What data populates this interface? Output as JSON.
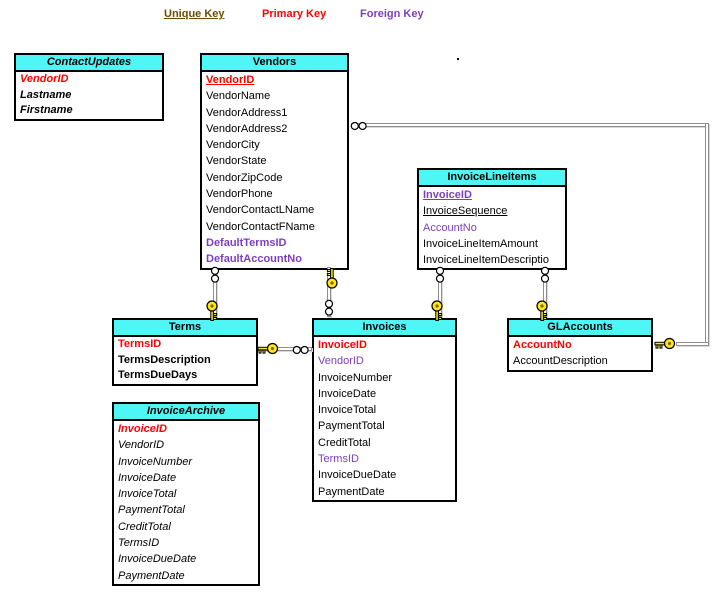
{
  "legend": {
    "unique_key": "Unique Key",
    "primary_key": "Primary Key",
    "foreign_key": "Foreign Key"
  },
  "colors": {
    "unique_key_text": "#6B4E00",
    "primary_key_text": "#FF0000",
    "foreign_key_text": "#7B3FBE",
    "table_header_bg": "#4FF6F6",
    "table_border": "#000000",
    "connector_line": "#8E8E8E",
    "key_symbol": "#FFE619"
  },
  "tables": {
    "contact_updates": {
      "title": "ContactUpdates",
      "fields": [
        {
          "name": "VendorID",
          "role": "primary"
        },
        {
          "name": "Lastname",
          "role": "plain"
        },
        {
          "name": "Firstname",
          "role": "plain"
        }
      ]
    },
    "vendors": {
      "title": "Vendors",
      "fields": [
        {
          "name": "VendorID",
          "role": "primary-unique"
        },
        {
          "name": "VendorName",
          "role": "plain"
        },
        {
          "name": "VendorAddress1",
          "role": "plain"
        },
        {
          "name": "VendorAddress2",
          "role": "plain"
        },
        {
          "name": "VendorCity",
          "role": "plain"
        },
        {
          "name": "VendorState",
          "role": "plain"
        },
        {
          "name": "VendorZipCode",
          "role": "plain"
        },
        {
          "name": "VendorPhone",
          "role": "plain"
        },
        {
          "name": "VendorContactLName",
          "role": "plain"
        },
        {
          "name": "VendorContactFName",
          "role": "plain"
        },
        {
          "name": "DefaultTermsID",
          "role": "foreign"
        },
        {
          "name": "DefaultAccountNo",
          "role": "foreign"
        }
      ]
    },
    "invoice_line_items": {
      "title": "InvoiceLineItems",
      "fields": [
        {
          "name": "InvoiceID",
          "role": "foreign-unique"
        },
        {
          "name": "InvoiceSequence",
          "role": "unique"
        },
        {
          "name": "AccountNo",
          "role": "foreign"
        },
        {
          "name": "InvoiceLineItemAmount",
          "role": "plain"
        },
        {
          "name": "InvoiceLineItemDescriptio",
          "role": "plain"
        }
      ]
    },
    "terms": {
      "title": "Terms",
      "fields": [
        {
          "name": "TermsID",
          "role": "primary"
        },
        {
          "name": "TermsDescription",
          "role": "plain"
        },
        {
          "name": "TermsDueDays",
          "role": "plain"
        }
      ]
    },
    "invoices": {
      "title": "Invoices",
      "fields": [
        {
          "name": "InvoiceID",
          "role": "primary"
        },
        {
          "name": "VendorID",
          "role": "foreign"
        },
        {
          "name": "InvoiceNumber",
          "role": "plain"
        },
        {
          "name": "InvoiceDate",
          "role": "plain"
        },
        {
          "name": "InvoiceTotal",
          "role": "plain"
        },
        {
          "name": "PaymentTotal",
          "role": "plain"
        },
        {
          "name": "CreditTotal",
          "role": "plain"
        },
        {
          "name": "TermsID",
          "role": "foreign"
        },
        {
          "name": "InvoiceDueDate",
          "role": "plain"
        },
        {
          "name": "PaymentDate",
          "role": "plain"
        }
      ]
    },
    "gl_accounts": {
      "title": "GLAccounts",
      "fields": [
        {
          "name": "AccountNo",
          "role": "primary"
        },
        {
          "name": "AccountDescription",
          "role": "plain"
        }
      ]
    },
    "invoice_archive": {
      "title": "InvoiceArchive",
      "fields": [
        {
          "name": "InvoiceID",
          "role": "primary"
        },
        {
          "name": "VendorID",
          "role": "plain"
        },
        {
          "name": "InvoiceNumber",
          "role": "plain"
        },
        {
          "name": "InvoiceDate",
          "role": "plain"
        },
        {
          "name": "InvoiceTotal",
          "role": "plain"
        },
        {
          "name": "PaymentTotal",
          "role": "plain"
        },
        {
          "name": "CreditTotal",
          "role": "plain"
        },
        {
          "name": "TermsID",
          "role": "plain"
        },
        {
          "name": "InvoiceDueDate",
          "role": "plain"
        },
        {
          "name": "PaymentDate",
          "role": "plain"
        }
      ]
    }
  },
  "relationships": [
    {
      "one_end": "Terms",
      "many_end": "Vendors",
      "note": "key at Terms top, chain at Vendors bottom"
    },
    {
      "one_end": "Vendors",
      "many_end": "Invoices",
      "note": "key at Vendors bottom, chain at Invoices top"
    },
    {
      "one_end": "Invoices",
      "many_end": "InvoiceLineItems",
      "note": "key at Invoices top, chain at InvoiceLineItems bottom"
    },
    {
      "one_end": "GLAccounts",
      "many_end": "InvoiceLineItems",
      "note": "key at GLAccounts top, chain at InvoiceLineItems bottom"
    },
    {
      "one_end": "Terms",
      "many_end": "Invoices",
      "note": "horizontal, key at Terms right, chain at Invoices left"
    },
    {
      "one_end": "GLAccounts",
      "many_end": "Vendors",
      "note": "routed right side, chain at Vendors right, key at GLAccounts right"
    }
  ]
}
